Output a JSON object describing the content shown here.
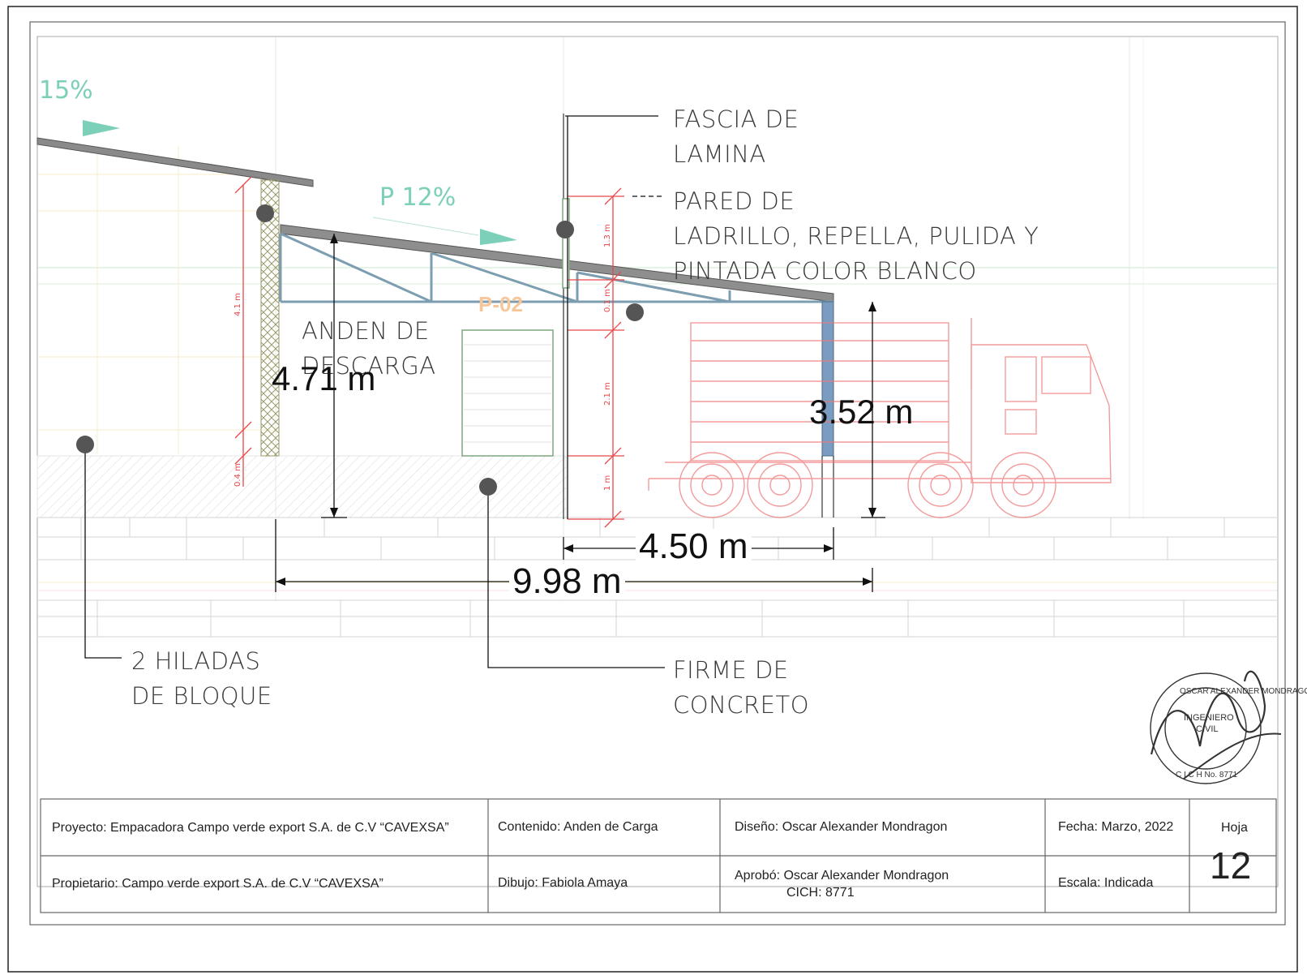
{
  "drawing": {
    "slopes": {
      "upper": "15%",
      "lower": "P 12%"
    },
    "panel_mark": "P-02",
    "notes": {
      "fascia_line1": "FASCIA DE",
      "fascia_line2": "LAMINA",
      "pared_line1": "PARED DE",
      "pared_line2": "LADRILLO, REPELLA, PULIDA Y",
      "pared_line3": "PINTADA COLOR BLANCO",
      "anden_line1": "ANDEN DE",
      "anden_line2": "DESCARGA",
      "hiladas_line1": "2 HILADAS",
      "hiladas_line2": "DE BLOQUE",
      "firme_line1": "FIRME DE",
      "firme_line2": "CONCRETO"
    },
    "dimensions": {
      "height_left": "4.71 m",
      "height_right": "3.52 m",
      "width_short": "4.50 m",
      "width_long": "9.98 m"
    },
    "small_dims": [
      "4.1 m",
      "0.4 m",
      "1.3 m",
      "0.1 m",
      "2.1 m",
      "1 m"
    ],
    "stamp": {
      "top": "OSCAR ALEXANDER MONDRAGON",
      "center1": "INGENIERO",
      "center2": "CIVIL",
      "bottom": "C I C H  No. 8771"
    }
  },
  "title_block": {
    "proyecto": "Proyecto: Empacadora Campo verde export S.A. de C.V “CAVEXSA”",
    "propietario": "Propietario: Campo verde export S.A. de C.V “CAVEXSA”",
    "contenido": "Contenido: Anden de Carga",
    "dibujo": "Dibujo: Fabiola Amaya",
    "diseno": "Diseño: Oscar Alexander Mondragon",
    "aprobo_line1": "Aprobó: Oscar Alexander Mondragon",
    "aprobo_line2": "CICH: 8771",
    "fecha": "Fecha: Marzo, 2022",
    "escala": "Escala:  Indicada",
    "hoja_label": "Hoja",
    "hoja_number": "12"
  },
  "colors": {
    "slope_arrow": "#7ccfb8",
    "red_dim": "#e8484a",
    "truck_red": "#f07a7a",
    "panel_orange": "#f6c79b",
    "column_blue": "#7a9cc0",
    "grid_green": "#bfe3c4"
  }
}
